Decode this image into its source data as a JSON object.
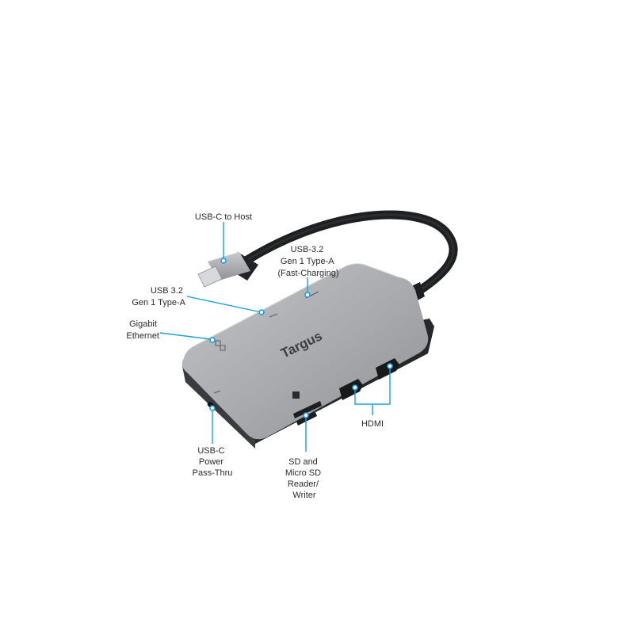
{
  "product": {
    "brand": "Targus"
  },
  "callouts": {
    "usb_c_host": [
      "USB-C to Host"
    ],
    "usb_a_fast": [
      "USB-3.2",
      "Gen 1 Type-A",
      "(Fast-Charging)"
    ],
    "usb_a": [
      "USB 3.2",
      "Gen 1 Type-A"
    ],
    "ethernet": [
      "Gigabit",
      "Ethernet"
    ],
    "hdmi": [
      "HDMI"
    ],
    "power": [
      "USB-C",
      "Power",
      "Pass-Thru"
    ],
    "sd": [
      "SD and",
      "Micro SD",
      "Reader/",
      "Writer"
    ]
  },
  "colors": {
    "leader": "#1a9fe0",
    "body": "#a9abae",
    "cable": "#1e1f21"
  }
}
